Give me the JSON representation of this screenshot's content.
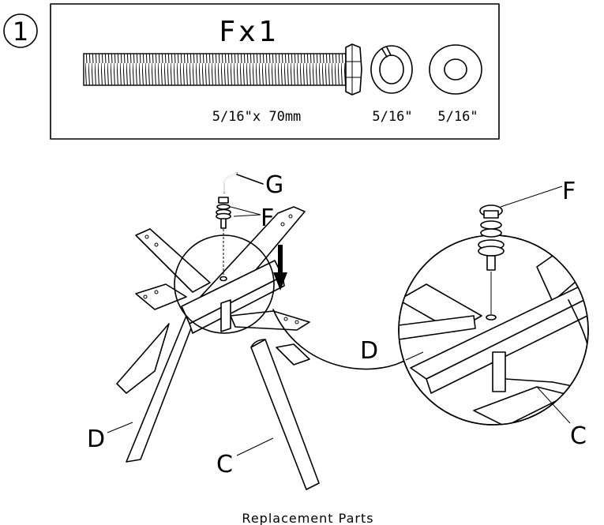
{
  "step": {
    "number": "1"
  },
  "parts_box": {
    "title": "Fx1",
    "bolt_size": "5/16\"x 70mm",
    "lock_washer_size": "5/16\"",
    "flat_washer_size": "5/16\""
  },
  "labels": {
    "g": "G",
    "f_left": "F",
    "f_right": "F",
    "d_left": "D",
    "d_right": "D",
    "c_left": "C",
    "c_right": "C"
  },
  "footer": "Replacement  Parts"
}
